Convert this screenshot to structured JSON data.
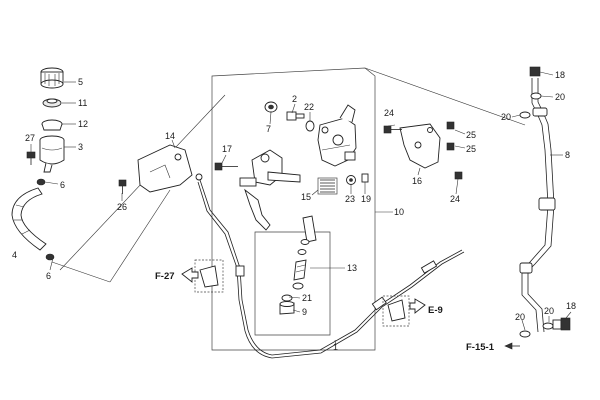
{
  "diagram": {
    "callouts": {
      "c1": "1",
      "c2": "2",
      "c3": "3",
      "c4": "4",
      "c5": "5",
      "c6a": "6",
      "c6b": "6",
      "c7": "7",
      "c8": "8",
      "c9": "9",
      "c10": "10",
      "c11": "11",
      "c12": "12",
      "c13": "13",
      "c14": "14",
      "c15": "15",
      "c16": "16",
      "c17": "17",
      "c18a": "18",
      "c18b": "18",
      "c19": "19",
      "c20a": "20",
      "c20b": "20",
      "c20c": "20",
      "c20d": "20",
      "c21": "21",
      "c22": "22",
      "c23": "23",
      "c24a": "24",
      "c24b": "24",
      "c25a": "25",
      "c25b": "25",
      "c26": "26",
      "c27": "27"
    },
    "refs": {
      "f27": "F-27",
      "e9": "E-9",
      "f151": "F-15-1"
    }
  }
}
